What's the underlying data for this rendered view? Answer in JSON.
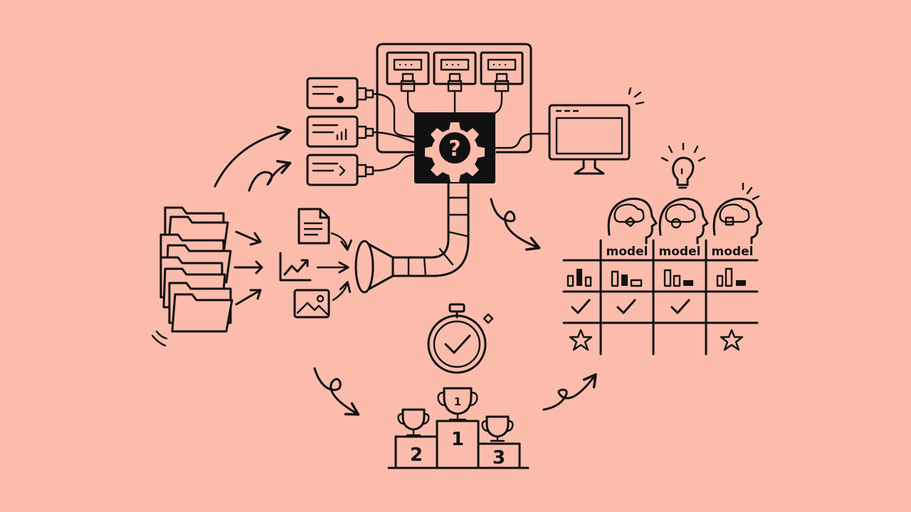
{
  "colors": {
    "background": "#FBBCAC",
    "ink": "#111111"
  },
  "hub": {
    "symbol": "?"
  },
  "model_table": {
    "headers": [
      "model",
      "model",
      "model"
    ]
  },
  "podium": {
    "places": [
      "1",
      "2",
      "3"
    ],
    "trophy_label": "1"
  },
  "icons": [
    "folder-stack-icon",
    "document-icon",
    "line-chart-icon",
    "image-icon",
    "funnel-icon",
    "pipe-icon",
    "server-icon",
    "usb-plug-icon",
    "gear-question-icon",
    "monitor-icon",
    "head-brain-icon",
    "lightbulb-icon",
    "bar-chart-icon",
    "checkmark-icon",
    "star-icon",
    "stopwatch-icon",
    "trophy-icon",
    "podium-icon",
    "arrow-icon"
  ]
}
